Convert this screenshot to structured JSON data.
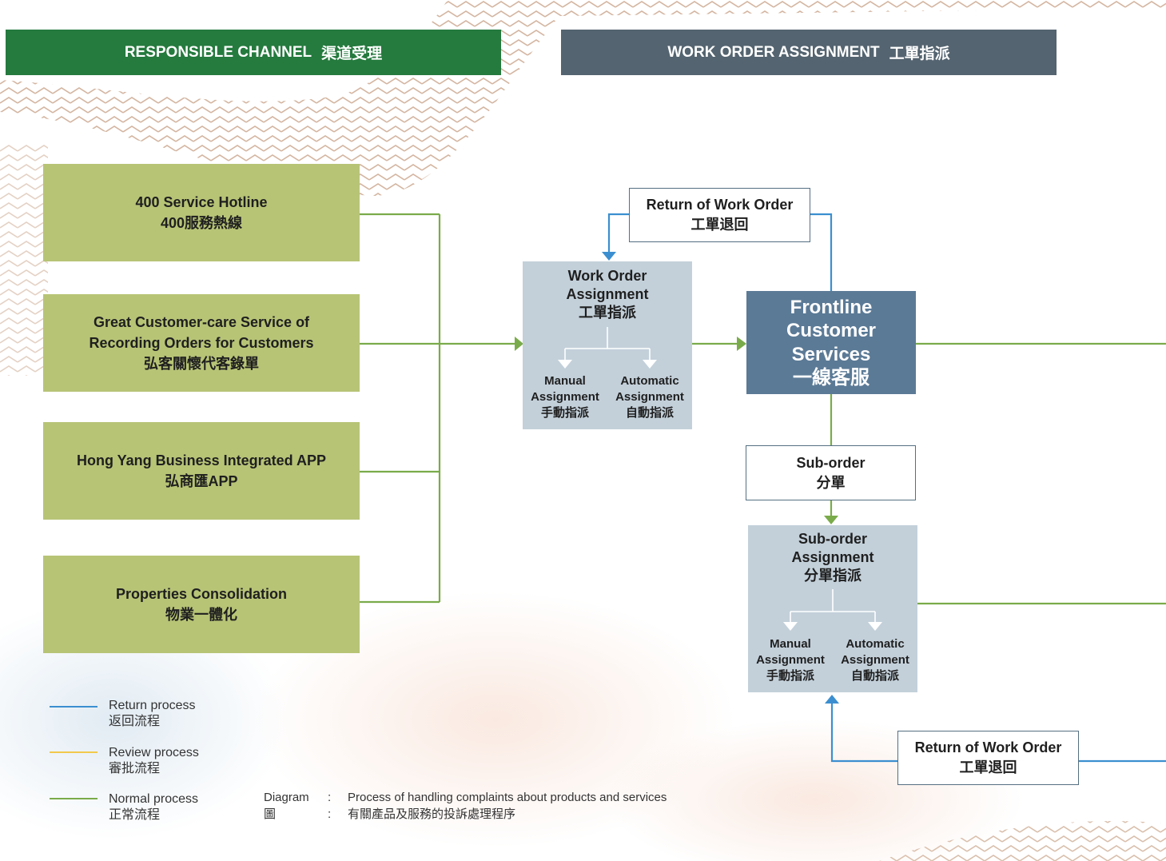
{
  "headers": {
    "responsible_channel": {
      "en": "RESPONSIBLE CHANNEL",
      "zh": "渠道受理"
    },
    "work_order_assignment": {
      "en": "WORK ORDER ASSIGNMENT",
      "zh": "工單指派"
    }
  },
  "channels": [
    {
      "line1": "400 Service Hotline",
      "line2": "400服務熱線"
    },
    {
      "line1": "Great Customer-care Service of",
      "line2": "Recording Orders for Customers",
      "line3": "弘客關懷代客錄單"
    },
    {
      "line1": "Hong Yang Business Integrated APP",
      "line2": "弘商匯APP"
    },
    {
      "line1": "Properties Consolidation",
      "line2": "物業一體化"
    }
  ],
  "work_order_panel": {
    "title_en_1": "Work Order",
    "title_en_2": "Assignment",
    "title_zh": "工單指派",
    "manual": {
      "en1": "Manual",
      "en2": "Assignment",
      "zh": "手動指派"
    },
    "automatic": {
      "en1": "Automatic",
      "en2": "Assignment",
      "zh": "自動指派"
    }
  },
  "return_top": {
    "en": "Return of Work Order",
    "zh": "工單退回"
  },
  "frontline": {
    "line1": "Frontline",
    "line2": "Customer",
    "line3": "Services",
    "line4": "一線客服"
  },
  "suborder": {
    "en": "Sub-order",
    "zh": "分單"
  },
  "suborder_panel": {
    "title_en_1": "Sub-order",
    "title_en_2": "Assignment",
    "title_zh": "分單指派",
    "manual": {
      "en1": "Manual",
      "en2": "Assignment",
      "zh": "手動指派"
    },
    "automatic": {
      "en1": "Automatic",
      "en2": "Assignment",
      "zh": "自動指派"
    }
  },
  "return_bottom": {
    "en": "Return of Work Order",
    "zh": "工單退回"
  },
  "legend": [
    {
      "en": "Return process",
      "zh": "返回流程",
      "color": "#3b8fd0"
    },
    {
      "en": "Review process",
      "zh": "審批流程",
      "color": "#f2c94c"
    },
    {
      "en": "Normal process",
      "zh": "正常流程",
      "color": "#7aab4a"
    }
  ],
  "caption": {
    "label_en": "Diagram",
    "label_zh": "圖",
    "sep": ":",
    "text_en": "Process of handling complaints about products and services",
    "text_zh": "有關產品及服務的投訴處理程序"
  },
  "colors": {
    "header_green": "#257a3e",
    "header_gray": "#546470",
    "channel_green": "#b7c476",
    "panel_blue": "#c3d0da",
    "frontline_blue": "#5b7a96",
    "return_line": "#3b8fd0",
    "normal_line": "#7aab4a"
  }
}
